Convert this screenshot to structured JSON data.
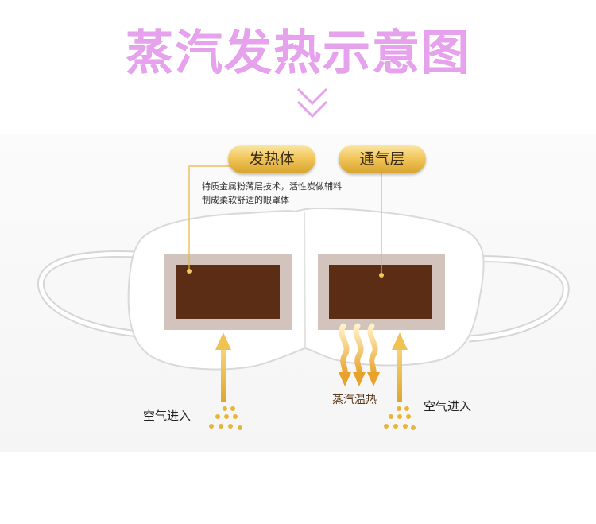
{
  "title": "蒸汽发热示意图",
  "labels": {
    "heating_body": "发热体",
    "vent_layer": "通气层",
    "description_line1": "特质金属粉薄层技术，活性炭做辅料",
    "description_line2": "制成柔软舒适的眼罩体",
    "air_in_left": "空气进入",
    "air_in_right": "空气进入",
    "steam_heat": "蒸汽温热"
  },
  "colors": {
    "title": "#e6a2ec",
    "pad": "#5a2d14",
    "pad_border": "#d2c4bc",
    "gold": "#e8b53c"
  }
}
